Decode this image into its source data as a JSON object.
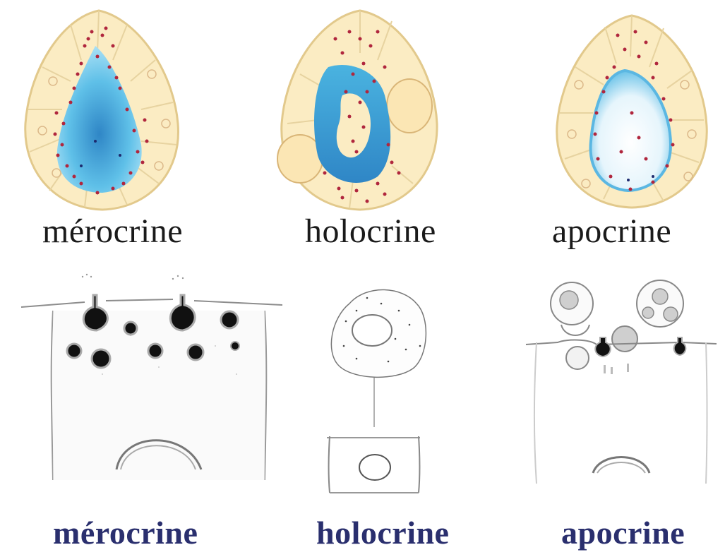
{
  "top_row": {
    "labels": [
      "mérocrine",
      "holocrine",
      "apocrine"
    ]
  },
  "bottom_row": {
    "labels": [
      "mérocrine",
      "holocrine",
      "apocrine"
    ]
  },
  "colors": {
    "cell_fill": "#fbecc3",
    "cell_border": "#e2c98c",
    "lumen": "#4ab3e0",
    "granule": "#b0263d",
    "bottom_label": "#2a2f6e",
    "ink": "#1a1a1a"
  }
}
